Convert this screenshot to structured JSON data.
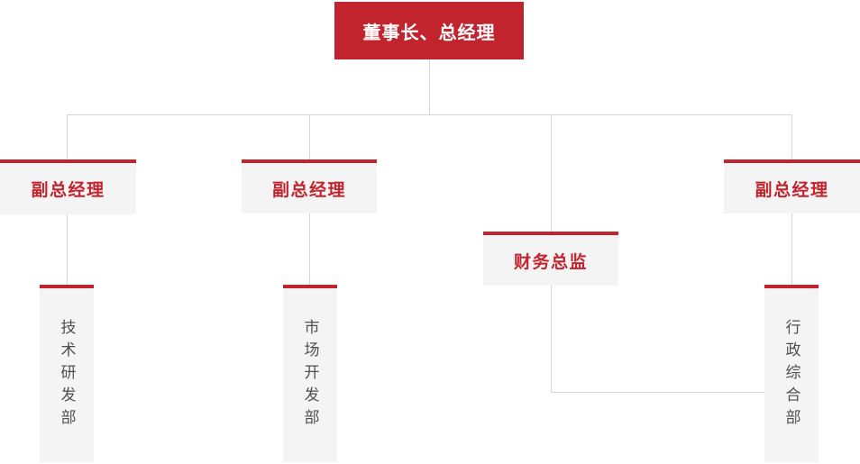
{
  "page": {
    "background": "#FFFFFF",
    "type": "organization-chart"
  },
  "colors": {
    "brand-red": "#C2242E",
    "node-bg": "#F5F4F4",
    "line": "#D6D6D6",
    "text-dark": "#4F4F4F",
    "root-text": "#FFFFFF"
  },
  "org": {
    "root": {
      "label": "董事长、总经理"
    },
    "level2": [
      {
        "label": "副总经理"
      },
      {
        "label": "副总经理"
      },
      {
        "label": "财务总监"
      },
      {
        "label": "副总经理"
      }
    ],
    "level3": [
      {
        "label": "技术研发部"
      },
      {
        "label": "市场开发部"
      },
      {
        "label": "行政综合部"
      }
    ]
  },
  "relations": [
    {
      "from": "董事长、总经理",
      "to": "副总经理 (左)"
    },
    {
      "from": "董事长、总经理",
      "to": "副总经理 (中)"
    },
    {
      "from": "董事长、总经理",
      "to": "财务总监"
    },
    {
      "from": "董事长、总经理",
      "to": "副总经理 (右)"
    },
    {
      "from": "副总经理 (左)",
      "to": "技术研发部"
    },
    {
      "from": "副总经理 (中)",
      "to": "市场开发部"
    },
    {
      "from": "副总经理 (右)",
      "to": "行政综合部"
    },
    {
      "from": "财务总监",
      "to": "行政综合部"
    }
  ]
}
